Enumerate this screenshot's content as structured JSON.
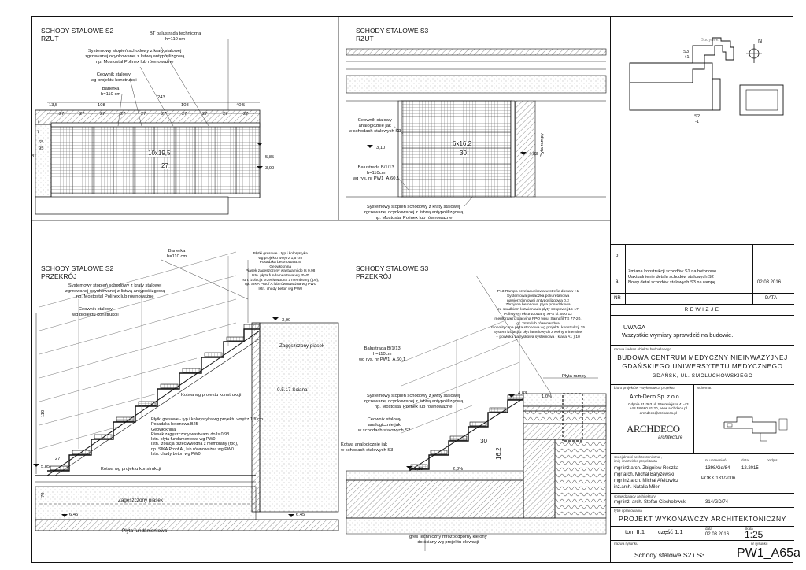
{
  "panels": {
    "s2_plan": {
      "title_line1": "SCHODY STALOWE S2",
      "title_line2": "RZUT",
      "notes": {
        "balustrade": "BT balustrada techniczna\nh=110 cm",
        "step": "Systemowy stopień schodowy z kraty stalowej\nzgrzewanej ocynkowanej z listwą antypoślizgową\nnp. Mostostal Polinex lub równoważne",
        "channel": "Ceownik stalowy\nwg projektu konstrukcji",
        "barrier": "Barierka\nh=110 cm",
        "dim_total": "243",
        "dim_a": "13,5",
        "dim_b": "108",
        "dim_c": "108",
        "dim_d": "40,5",
        "tread": "27",
        "steps_label": "10x19,5",
        "steps_count": "27",
        "level_top": "5,85",
        "level_bottom": "3,90",
        "side_dims": [
          "7",
          "81",
          "7",
          "65",
          "95"
        ]
      }
    },
    "s3_plan": {
      "title_line1": "SCHODY STALOWE S3",
      "title_line2": "RZUT",
      "notes": {
        "channel": "Ceownik stalowy\nanalogicznie jak\nw schodach stalowych S2",
        "balustrade": "Balustrada B/1/13\nh=110cm\nwg rys. nr PW1_A.60.1",
        "step": "Systemowy stopień schodowy z kraty stalowej\nzgrzewanej ocynkowanej z listwą antypoślizgową\nnp. Mostostal Polinex lub równoważne",
        "steps_label": "6x16,2",
        "steps_count": "30",
        "level_left": "3,10",
        "level_right": "4,83",
        "ramp": "Płyta rampy"
      }
    },
    "s2_section": {
      "title_line1": "SCHODY STALOWE S2",
      "title_line2": "PRZEKRÓJ",
      "notes": {
        "barrier": "Barierka\nh=110 cm",
        "step": "Systemowy stopień schodowy z kraty stalowej\nzgrzewanej ocynkowanej z listwą antypoślizgową\nnp. Mostostal Polinex lub równoważne",
        "channel": "Ceownik stalowy\nwg projektu konstrukcji",
        "tiles_top": "Płytki gresowe - typ i kolorystyka\nwg projektu wnętrz 1,5 cm\nPosadzka betonowa B25\nGeowłóknina\nPiasek zagęszczony wastwami do Is 0,98\nIstn. płyta fundamentowa wg PW0\nIstn. izolacja przeciwwodna z membrany (fpo),\nnp. SIKA Proof A lub równoważna wg PW0\nIstn. chudy beton wg PW0",
        "tiles_bottom": "Płytki gresowe - typ i kolorystyka wg projektu wnętrz 1,5 cm\nPosadzka betonowa B25\nGeowłóknina\nPiasek zagęszczony wastwami do Is 0,98\nIstn. płyta fundamentowa wg PW0\nIstn. izolacja przeciwwodna z membrany (fpo),\nnp. SIKA Proof A , lub równoważna wg PW0\nIstn. chudy beton wg PW0",
        "beam": "Kotwa wg projektu konstrukcji",
        "beam2": "Kotwa wg projektu konstrukcji",
        "sand": "Zagęszczony piasek",
        "sand2": "Zagęszczony piasek",
        "slab": "Płyta fundamentowa",
        "wall": "0.5.17 Ściana",
        "level_top": "3,90",
        "level_left": "5,85",
        "level_bottom": "6,45",
        "level_bottom2": "6,45",
        "dim_110": "110",
        "dim_27": "27",
        "dim_79": "79"
      }
    },
    "s3_section": {
      "title_line1": "SCHODY STALOWE S3",
      "title_line2": "PRZEKRÓJ",
      "notes": {
        "layers": "P13 Rampa przeładunkowa w strefie dostaw +1\nSystemowa posadzka poliuretanowa\nnawierzchniowej antypoślizgowa 0,2\nZbrojona betonowa płyta posadzkowa\nze spadkiem kotwion ado płyty stropowej 15-17\nPolistyren ekstrudowany XPS kl. 500 12\nmembrana izolacyjna FPO typu: Sarnafil TS 77-20,\ngr. 2mm lub równoważna\nmonolityczna płyta stropowa wg projektu konstrukcji 25\nSystem izolacji z płyt lamelowych z wełny mineralnej\n+ powłoka natryskowa systemowa ( klasa A1 ) 10",
        "balustrade": "Balustrada B/1/13\nh=110cm\nwg rys. nr PW1_A.60.1",
        "ramp": "Płyta rampy",
        "step": "Systemowy stopień schodowy z kraty stalowej\nzgrzewanej ocynkowanej z listwą antypoślizgową\nnp. Mostostal Polinex lub równoważne",
        "channel": "Ceownik stalowy\nanalogicznie jak\nw schodach stalowych S2",
        "anchor": "Kotwa analogicznie jak\nw schodach stalowych S3",
        "gres": "gres techniczny mrozoodporny klejony\ndo ściany wg projektu elewacji",
        "slope": "1,0%",
        "slope2": "2,8%",
        "level_top": "4,83",
        "level_bottom": "3,10",
        "dim_30": "30",
        "dim_162": "16,2"
      }
    },
    "key_plan": {
      "building": "Budynek",
      "s3": "S3",
      "s3_level": "+1",
      "s2": "S2",
      "s2_level": "-1",
      "north": "N"
    }
  },
  "title_block": {
    "rev_b": "b",
    "rev_a": "a",
    "rev_a_text": "Zmiana konstrukcji schodów S1 na betonowe.\nUaktualnienie detalu schodów stalowych S2\nNowy detal schodów stalowych S3 na rampę",
    "rev_a_date": "02.03.2016",
    "col_nr": "NR",
    "col_date": "DATA",
    "revisions_heading": "REWIZJE",
    "warning_title": "UWAGA",
    "warning_text": "Wszystkie wymiary sprawdzić na budowie.",
    "object_label": "nazwa i adres obiektu budowlanego",
    "object_name_line1": "BUDOWA CENTRUM MEDYCZNY NIEINWAZYJNEJ",
    "object_name_line2": "GDAŃSKIEGO UNIWERSYTETU MEDYCZNEGO",
    "object_address": "GDAŃSK, UL. SMOLUCHOWSKIEGO",
    "office_label": "biuro projektów - wykonawca projektu",
    "scheme_label": "schemat",
    "office_name": "Arch-Deco Sp. z o.o.",
    "office_address": "Gdynia 81-363 ul. Starowiejska 41-43\n+48 58 660 81 20, www.archdeco.pl\narchdeco@archdeco.pl",
    "office_logo": "ARCHDECO",
    "office_logo_sub": "architecture",
    "specialty_label": "specjalność architektoniczna ,\nimię i nazwisko projektanta",
    "perm_label": "nr uprawnień",
    "date_label": "data",
    "sign_label": "podpis",
    "designers": [
      {
        "name": "mgr inż.arch. Zbigniew Reszka",
        "perm": "1398/Gd/84",
        "date": "12.2015"
      },
      {
        "name": "mgr  arch. Michał Baryżewski",
        "perm": "",
        "date": ""
      },
      {
        "name": "mgr inż.arch. Michał Afeltowicz",
        "perm": "POKK/131/2006",
        "date": ""
      },
      {
        "name": "inż.arch. Natalia Miler",
        "perm": "",
        "date": ""
      }
    ],
    "checker_label": "sprawdzający architektury",
    "checker_name": "mgr inż. arch. Stefan Ciecholewski",
    "checker_perm": "314/GD/74",
    "stage_label": "tytuł opracowania",
    "stage": "PROJEKT WYKONAWCZY ARCHITEKTONICZNY",
    "volume": "tom II.1",
    "part": "część 1.1",
    "date_small": "data",
    "date_value": "02.03.2016",
    "scale_label": "skala",
    "scale_value": "1:25",
    "drawing_label": "nazwa rysunku",
    "drawing_no_label": "nr rysunku",
    "drawing_name": "Schody stalowe S2 i S3",
    "drawing_no": "PW1_A65a"
  }
}
